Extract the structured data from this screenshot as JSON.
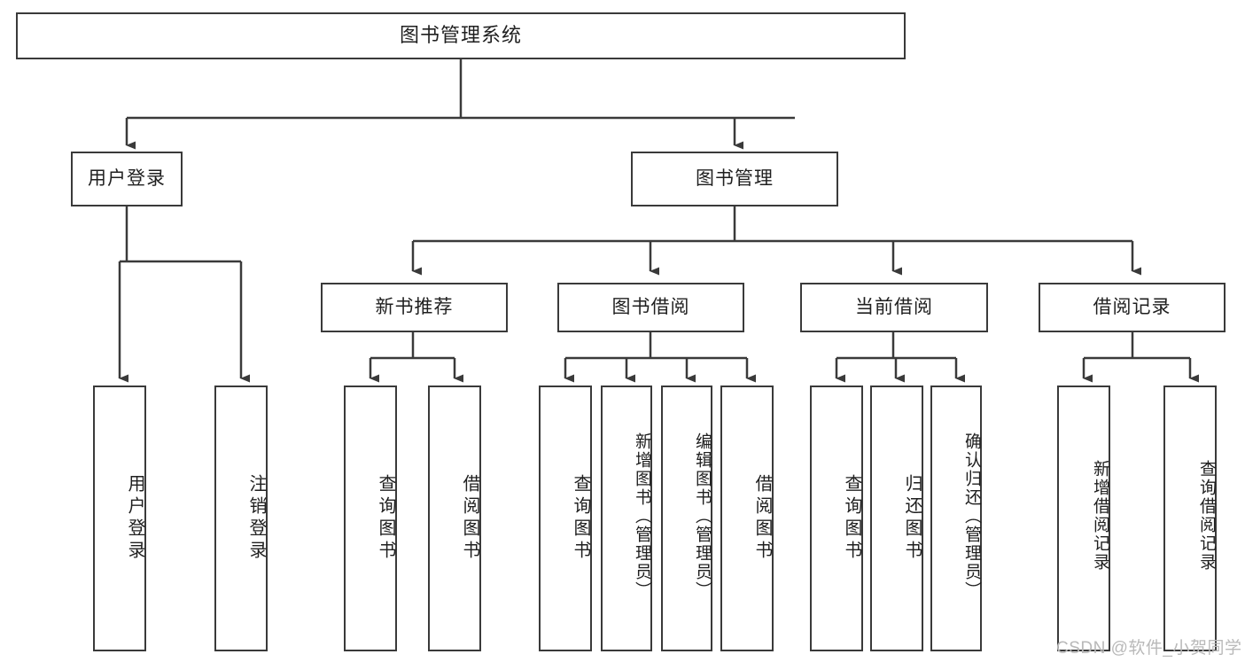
{
  "diagram": {
    "title": "图书管理系统",
    "type": "functional-structure-tree",
    "colors": {
      "node_border": "#3a3a3a",
      "node_fill": "#ffffff",
      "edge": "#3a3a3a",
      "text": "#1f1f1f",
      "watermark": "#b9b9b9",
      "background": "#ffffff"
    },
    "root": {
      "label": "图书管理系统"
    },
    "level2": [
      {
        "id": "user-login",
        "label": "用户登录"
      },
      {
        "id": "book-manage",
        "label": "图书管理"
      }
    ],
    "level3": [
      {
        "id": "new-book-recommend",
        "label": "新书推荐"
      },
      {
        "id": "book-borrow",
        "label": "图书借阅"
      },
      {
        "id": "current-borrow",
        "label": "当前借阅"
      },
      {
        "id": "borrow-record",
        "label": "借阅记录"
      }
    ],
    "leaves": {
      "user_login": [
        {
          "id": "leaf-user-login",
          "label": "用户登录"
        },
        {
          "id": "leaf-logout",
          "label": "注销登录"
        }
      ],
      "new_book_recommend": [
        {
          "id": "leaf-query-book-1",
          "label": "查询图书"
        },
        {
          "id": "leaf-borrow-book-1",
          "label": "借阅图书"
        }
      ],
      "book_borrow": [
        {
          "id": "leaf-query-book-2",
          "label": "查询图书"
        },
        {
          "id": "leaf-add-book",
          "label": "新增图书（管理员）"
        },
        {
          "id": "leaf-edit-book",
          "label": "编辑图书（管理员）"
        },
        {
          "id": "leaf-borrow-book-2",
          "label": "借阅图书"
        }
      ],
      "current_borrow": [
        {
          "id": "leaf-query-book-3",
          "label": "查询图书"
        },
        {
          "id": "leaf-return-book",
          "label": "归还图书"
        },
        {
          "id": "leaf-confirm-return",
          "label": "确认归还（管理员）"
        }
      ],
      "borrow_record": [
        {
          "id": "leaf-add-record",
          "label": "新增借阅记录"
        },
        {
          "id": "leaf-query-record",
          "label": "查询借阅记录"
        }
      ]
    },
    "watermark": "CSDN @软件_小贺同学"
  }
}
